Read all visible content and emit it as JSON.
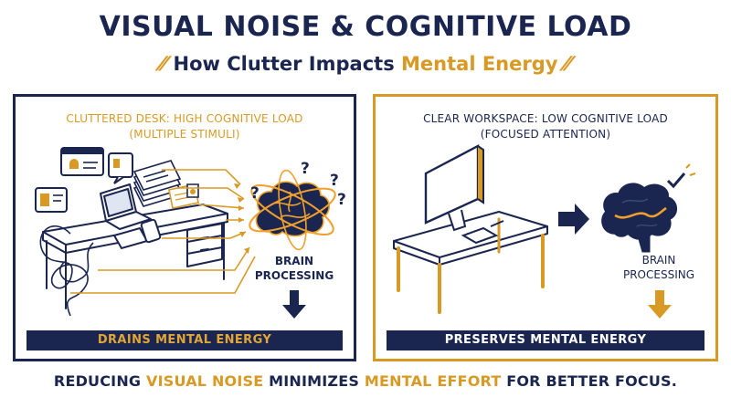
{
  "title": "VISUAL NOISE & COGNITIVE LOAD",
  "subtitle": {
    "prefix": "How Clutter Impacts",
    "highlight": "Mental Energy"
  },
  "left_panel": {
    "heading_line1": "CLUTTERED DESK: HIGH COGNITIVE LOAD",
    "heading_line2": "(MULTIPLE STIMULI)",
    "question_marks": [
      "?",
      "?",
      "?",
      "?"
    ],
    "brain_label_line1": "BRAIN",
    "brain_label_line2": "PROCESSING",
    "result": "DRAINS MENTAL ENERGY"
  },
  "right_panel": {
    "heading_line1": "CLEAR WORKSPACE: LOW COGNITIVE LOAD",
    "heading_line2": "(FOCUSED ATTENTION)",
    "brain_label_line1": "BRAIN",
    "brain_label_line2": "PROCESSING",
    "result": "PRESERVES MENTAL ENERGY"
  },
  "footer": {
    "part1": "REDUCING",
    "hl1": "VISUAL NOISE",
    "part2": "MINIMIZES",
    "hl2": "MENTAL EFFORT",
    "part3": "FOR BETTER FOCUS."
  },
  "colors": {
    "navy": "#1a2550",
    "gold": "#d89a24",
    "orange_glow": "#f0a02c"
  },
  "icons": [
    "slash-accent-icon",
    "monitor-icon",
    "laptop-icon",
    "tablet-icon",
    "phone-icon",
    "paper-stack-icon",
    "bell-notification-icon",
    "chat-bubble-icon",
    "cable-tangle-icon",
    "brain-icon",
    "arrow-right-icon",
    "arrow-down-icon",
    "checkmark-icon",
    "notebook-icon",
    "pen-icon"
  ]
}
